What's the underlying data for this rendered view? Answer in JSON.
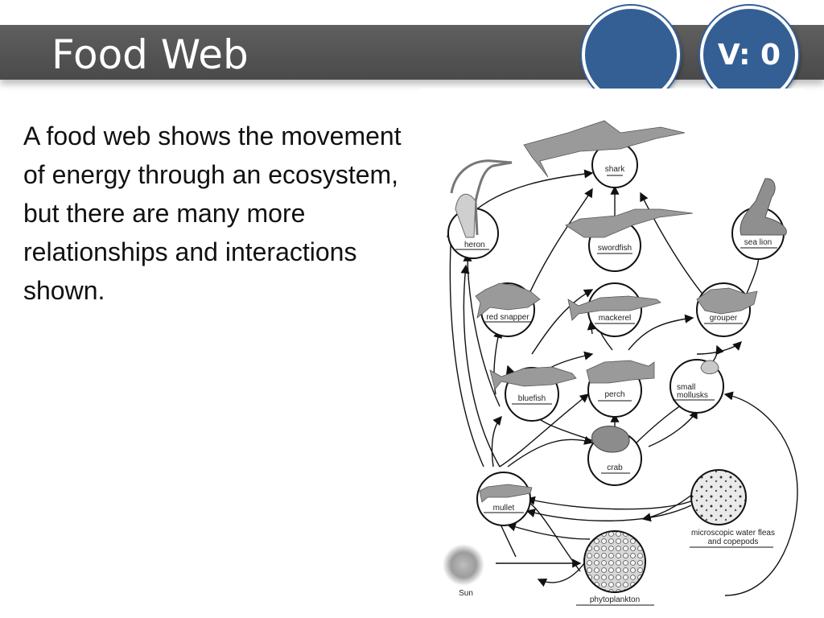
{
  "slide": {
    "title": "Food Web",
    "version_badge": "V: 0",
    "body": "A food web shows the movement of energy through an ecosystem, but there are many more relationships and interactions shown."
  },
  "diagram": {
    "nodes": {
      "shark": "shark",
      "heron": "heron",
      "swordfish": "swordfish",
      "sea_lion": "sea lion",
      "red_snapper": "red snapper",
      "mackerel": "mackerel",
      "grouper": "grouper",
      "bluefish": "bluefish",
      "perch": "perch",
      "small_mollusks_1": "small",
      "small_mollusks_2": "mollusks",
      "crab": "crab",
      "mullet": "mullet",
      "water_fleas_1": "microscopic water fleas",
      "water_fleas_2": "and copepods",
      "phytoplankton": "phytoplankton",
      "sun": "Sun"
    }
  }
}
